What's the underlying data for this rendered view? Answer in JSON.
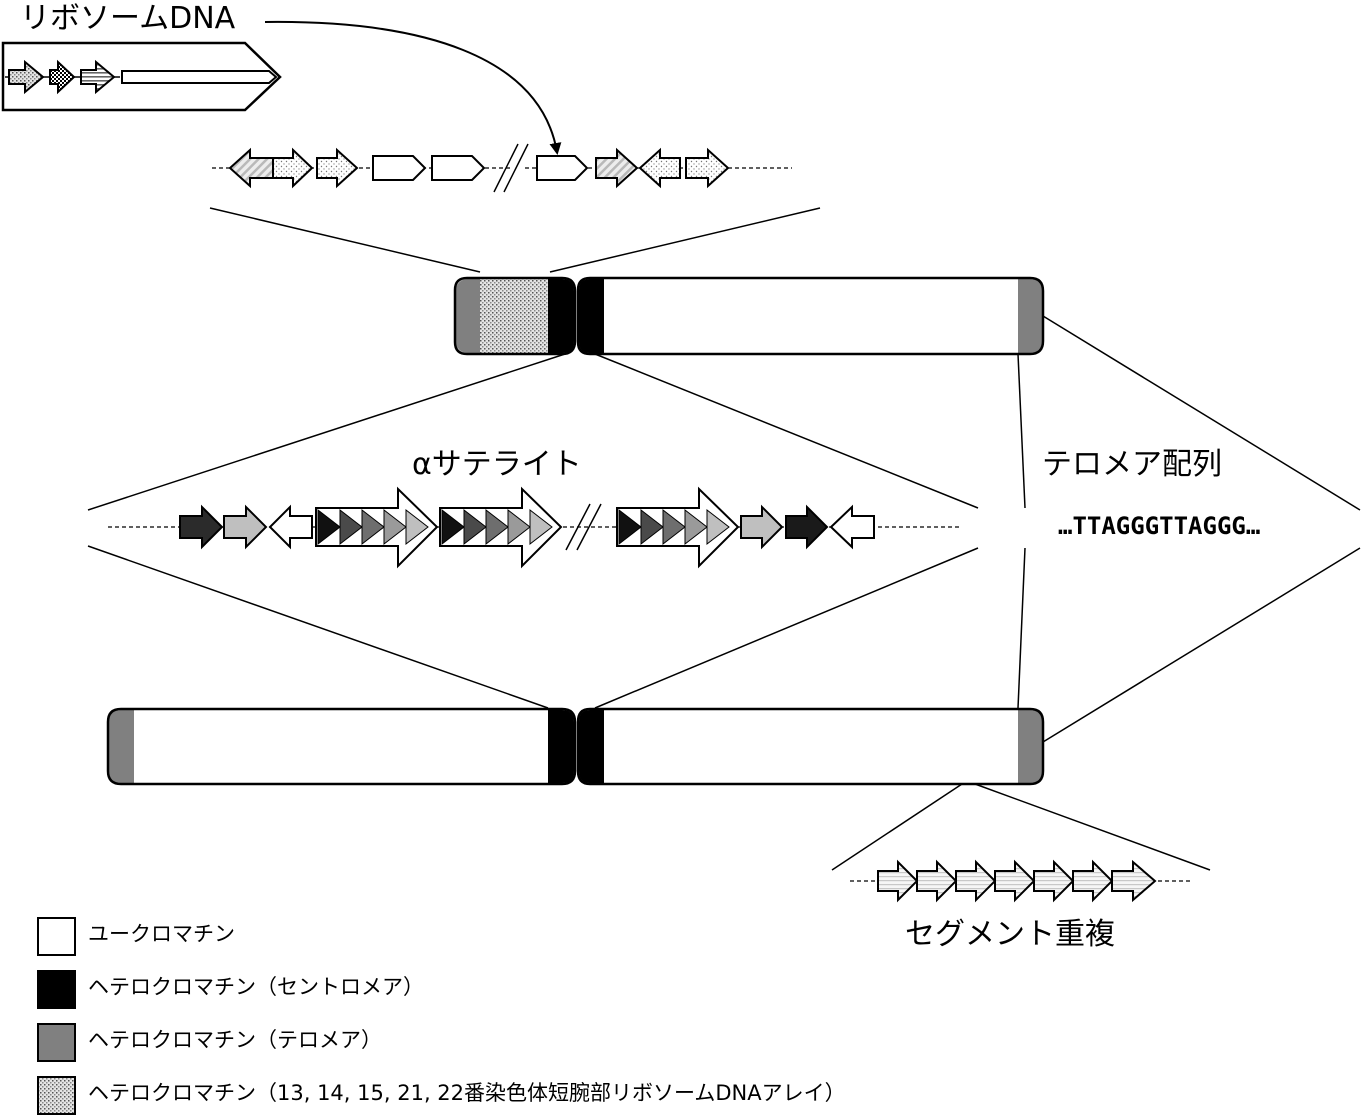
{
  "labels": {
    "rdna": "リボソームDNA",
    "alpha_satellite": "αサテライト",
    "telomere_seq_title": "テロメア配列",
    "telomere_seq": "…TTAGGGTTAGGG…",
    "segmental_dup": "セグメント重複"
  },
  "legend": [
    {
      "label": "ユークロマチン",
      "fill": "white"
    },
    {
      "label": "ヘテロクロマチン（セントロメア）",
      "fill": "black"
    },
    {
      "label": "ヘテロクロマチン（テロメア）",
      "fill": "gray"
    },
    {
      "label": "ヘテロクロマチン（13, 14, 15, 21, 22番染色体短腕部リボソームDNAアレイ）",
      "fill": "dotted"
    }
  ],
  "colors": {
    "centromere": "#000000",
    "telomere": "#808080",
    "euchromatin": "#ffffff",
    "dark": "#2b2b2b",
    "mid": "#595959",
    "light": "#9a9a9a",
    "pale": "#bfbfbf"
  }
}
